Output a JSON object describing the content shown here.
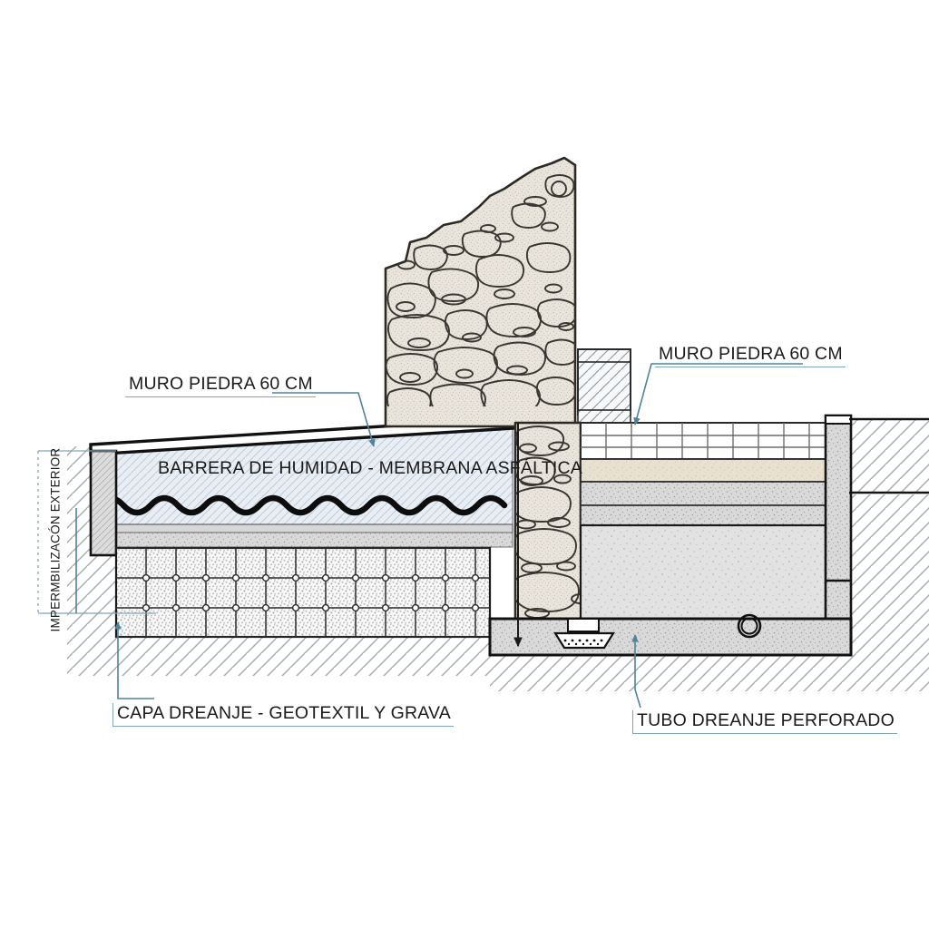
{
  "drawing": {
    "kind": "architectural-section",
    "subject": "Detalle constructivo de muro de piedra con impermeabilizacion y drenaje",
    "labels": {
      "muro_izquierda": "MURO PIEDRA 60 CM",
      "muro_derecha": "MURO PIEDRA 60 CM",
      "barrera": "BARRERA DE HUMIDAD - MEMBRANA ASFÁLTICA",
      "capa_drenaje": "CAPA DREANJE - GEOTEXTIL Y GRAVA",
      "tubo_drenaje": "TUBO DREANJE PERFORADO",
      "impermeabilizacion": "IMPERMBILIZACÓN EXTERIOR"
    },
    "colors": {
      "leader": "#4f8499",
      "underline": "#7fa6b5",
      "ink": "#1a1a1a",
      "stone_fill": "#e7e3da",
      "stone_outline": "#3a3631",
      "membrane_fill": "#e4eaf0",
      "gravel_fill": "#f2f2f2",
      "concrete_fill": "#d8d8d8",
      "screed_fill": "#e8e0cf",
      "soil_hatch": "#9aa0a4",
      "slab_fill": "#d2d2d2"
    },
    "elements": [
      "muro de piedra rustica (mamposteria)",
      "membrana asfaltica ondulada",
      "capa de geotextil y grava en retícula",
      "losa de hormigon y solera",
      "pavimento de baldosas",
      "zapata corrida de hormigon",
      "tubo de drenaje perforado",
      "tubo circular de drenaje",
      "terreno natural con rayado diagonal",
      "flecha de direccion de flujo descendente"
    ]
  }
}
